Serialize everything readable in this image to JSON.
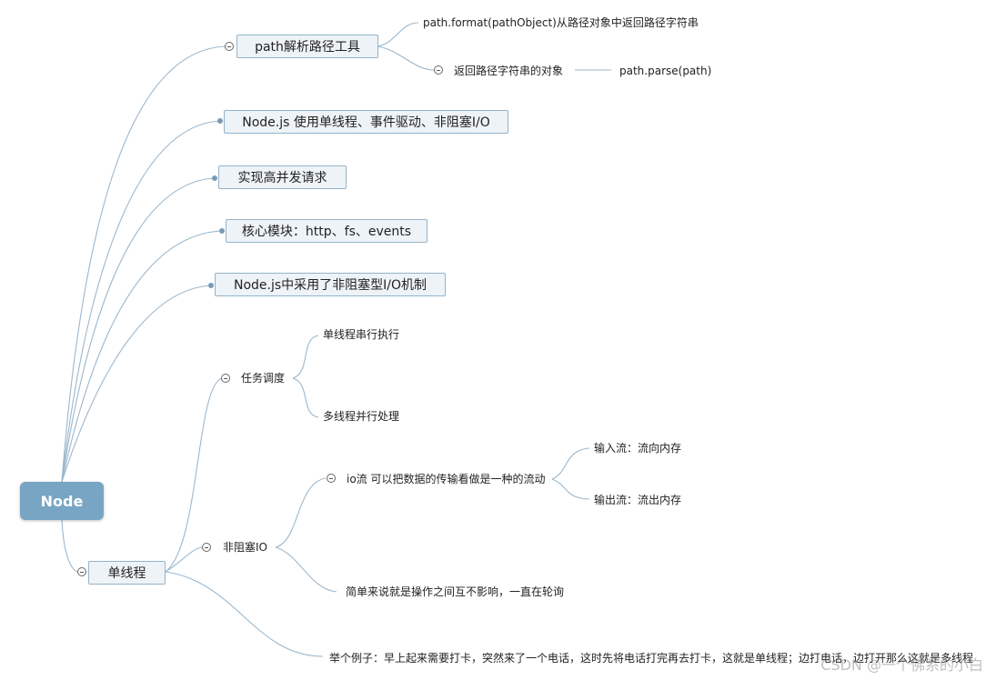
{
  "root": {
    "label": "Node"
  },
  "branches": {
    "path": {
      "label": "path解析路径工具",
      "children": {
        "format": "path.format(pathObject)从路径对象中返回路径字符串",
        "parse_desc": "返回路径字符串的对象",
        "parse_fn": "path.parse(path)"
      }
    },
    "nodejs_single": {
      "label": "Node.js 使用单线程、事件驱动、非阻塞I/O"
    },
    "concurrency": {
      "label": "实现高并发请求"
    },
    "core_modules": {
      "label": "核心模块：http、fs、events"
    },
    "nonblocking": {
      "label": "Node.js中采用了非阻塞型I/O机制"
    },
    "single_thread": {
      "label": "单线程",
      "task_scheduling": {
        "label": "任务调度",
        "children": {
          "serial": "单线程串行执行",
          "parallel": "多线程并行处理"
        }
      },
      "nonblocking_io": {
        "label": "非阻塞IO",
        "io_stream": {
          "label": "io流 可以把数据的传输看做是一种的流动",
          "children": {
            "input": "输入流：流向内存",
            "output": "输出流：流出内存"
          }
        },
        "summary": "简单来说就是操作之间互不影响，一直在轮询"
      },
      "example": "举个例子：早上起来需要打卡，突然来了一个电话，这时先将电话打完再去打卡，这就是单线程；边打电话，边打开那么这就是多线程"
    }
  },
  "watermark": "CSDN @一个佛系的小白"
}
